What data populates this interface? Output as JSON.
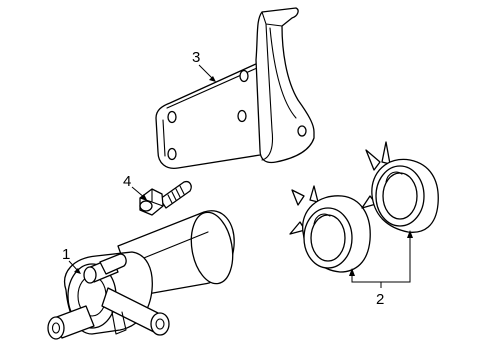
{
  "callouts": {
    "pump": "1",
    "seals": "2",
    "bracket": "3",
    "bolt": "4"
  }
}
